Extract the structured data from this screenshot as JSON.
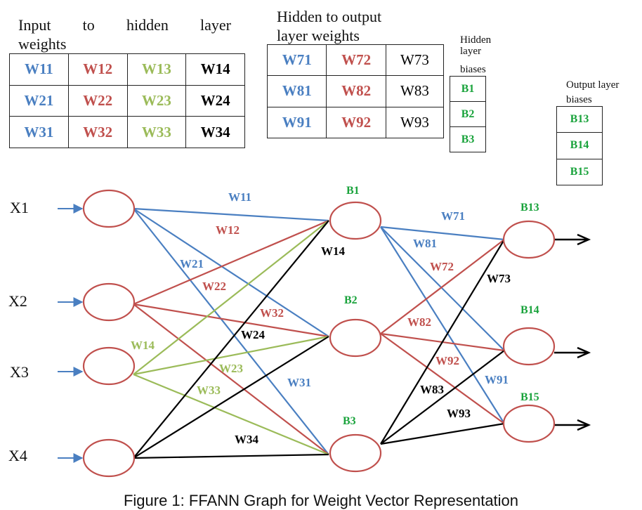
{
  "colors": {
    "blue": "#4a7fc1",
    "red": "#c0504d",
    "green": "#9bbb59",
    "black": "#000000",
    "bias_green": "#1aa33c",
    "node_stroke": "#c0504d"
  },
  "tables": {
    "ih_title_words": [
      "Input",
      "to",
      "hidden",
      "layer"
    ],
    "ih_title_line2": "weights",
    "ih_rows": [
      [
        "W11",
        "W12",
        "W13",
        "W14"
      ],
      [
        "W21",
        "W22",
        "W23",
        "W24"
      ],
      [
        "W31",
        "W32",
        "W33",
        "W34"
      ]
    ],
    "ho_title_line1": "Hidden to output",
    "ho_title_line2": "layer weights",
    "ho_rows": [
      [
        "W71",
        "W72",
        "W73"
      ],
      [
        "W81",
        "W82",
        "W83"
      ],
      [
        "W91",
        "W92",
        "W93"
      ]
    ],
    "hb_title": [
      "Hidden",
      "layer",
      "biases"
    ],
    "hb_values": [
      "B1",
      "B2",
      "B3"
    ],
    "ob_title": [
      "Output layer",
      "biases"
    ],
    "ob_values": [
      "B13",
      "B14",
      "B15"
    ]
  },
  "network": {
    "inputs": [
      "X1",
      "X2",
      "X3",
      "X4"
    ],
    "hidden_biases": [
      "B1",
      "B2",
      "B3"
    ],
    "output_biases": [
      "B13",
      "B14",
      "B15"
    ],
    "input_hidden_edges": [
      {
        "from": 0,
        "to": 0,
        "label": "W11",
        "color": "blue"
      },
      {
        "from": 0,
        "to": 1,
        "label": "W21",
        "color": "blue"
      },
      {
        "from": 0,
        "to": 2,
        "label": "W31",
        "color": "blue"
      },
      {
        "from": 1,
        "to": 0,
        "label": "W12",
        "color": "red"
      },
      {
        "from": 1,
        "to": 1,
        "label": "W22",
        "color": "red"
      },
      {
        "from": 1,
        "to": 2,
        "label": "W32",
        "color": "red"
      },
      {
        "from": 2,
        "to": 0,
        "label": "W13",
        "color": "green"
      },
      {
        "from": 2,
        "to": 1,
        "label": "W23",
        "color": "green"
      },
      {
        "from": 2,
        "to": 2,
        "label": "W33",
        "color": "green"
      },
      {
        "from": 3,
        "to": 0,
        "label": "W14",
        "color": "black"
      },
      {
        "from": 3,
        "to": 1,
        "label": "W24",
        "color": "black"
      },
      {
        "from": 3,
        "to": 2,
        "label": "W34",
        "color": "black"
      }
    ],
    "hidden_output_edges": [
      {
        "from": 0,
        "to": 0,
        "label": "W71",
        "color": "blue"
      },
      {
        "from": 0,
        "to": 1,
        "label": "W81",
        "color": "blue"
      },
      {
        "from": 0,
        "to": 2,
        "label": "W91",
        "color": "blue"
      },
      {
        "from": 1,
        "to": 0,
        "label": "W72",
        "color": "red"
      },
      {
        "from": 1,
        "to": 1,
        "label": "W82",
        "color": "red"
      },
      {
        "from": 1,
        "to": 2,
        "label": "W92",
        "color": "red"
      },
      {
        "from": 2,
        "to": 0,
        "label": "W73",
        "color": "black"
      },
      {
        "from": 2,
        "to": 1,
        "label": "W83",
        "color": "black"
      },
      {
        "from": 2,
        "to": 2,
        "label": "W93",
        "color": "black"
      }
    ],
    "edge_labels": [
      {
        "text": "W11",
        "color": "blue"
      },
      {
        "text": "W12",
        "color": "red"
      },
      {
        "text": "W21",
        "color": "blue"
      },
      {
        "text": "W22",
        "color": "red"
      },
      {
        "text": "W14",
        "color": "black"
      },
      {
        "text": "W32",
        "color": "red"
      },
      {
        "text": "W24",
        "color": "black"
      },
      {
        "text": "W14",
        "color": "green"
      },
      {
        "text": "W23",
        "color": "green"
      },
      {
        "text": "W33",
        "color": "green"
      },
      {
        "text": "W31",
        "color": "blue"
      },
      {
        "text": "W34",
        "color": "black"
      },
      {
        "text": "W71",
        "color": "blue"
      },
      {
        "text": "W81",
        "color": "blue"
      },
      {
        "text": "W72",
        "color": "red"
      },
      {
        "text": "W73",
        "color": "black"
      },
      {
        "text": "W82",
        "color": "red"
      },
      {
        "text": "W92",
        "color": "red"
      },
      {
        "text": "W91",
        "color": "blue"
      },
      {
        "text": "W83",
        "color": "black"
      },
      {
        "text": "W93",
        "color": "black"
      }
    ]
  },
  "caption": "Figure 1: FFANN Graph for Weight Vector Representation"
}
